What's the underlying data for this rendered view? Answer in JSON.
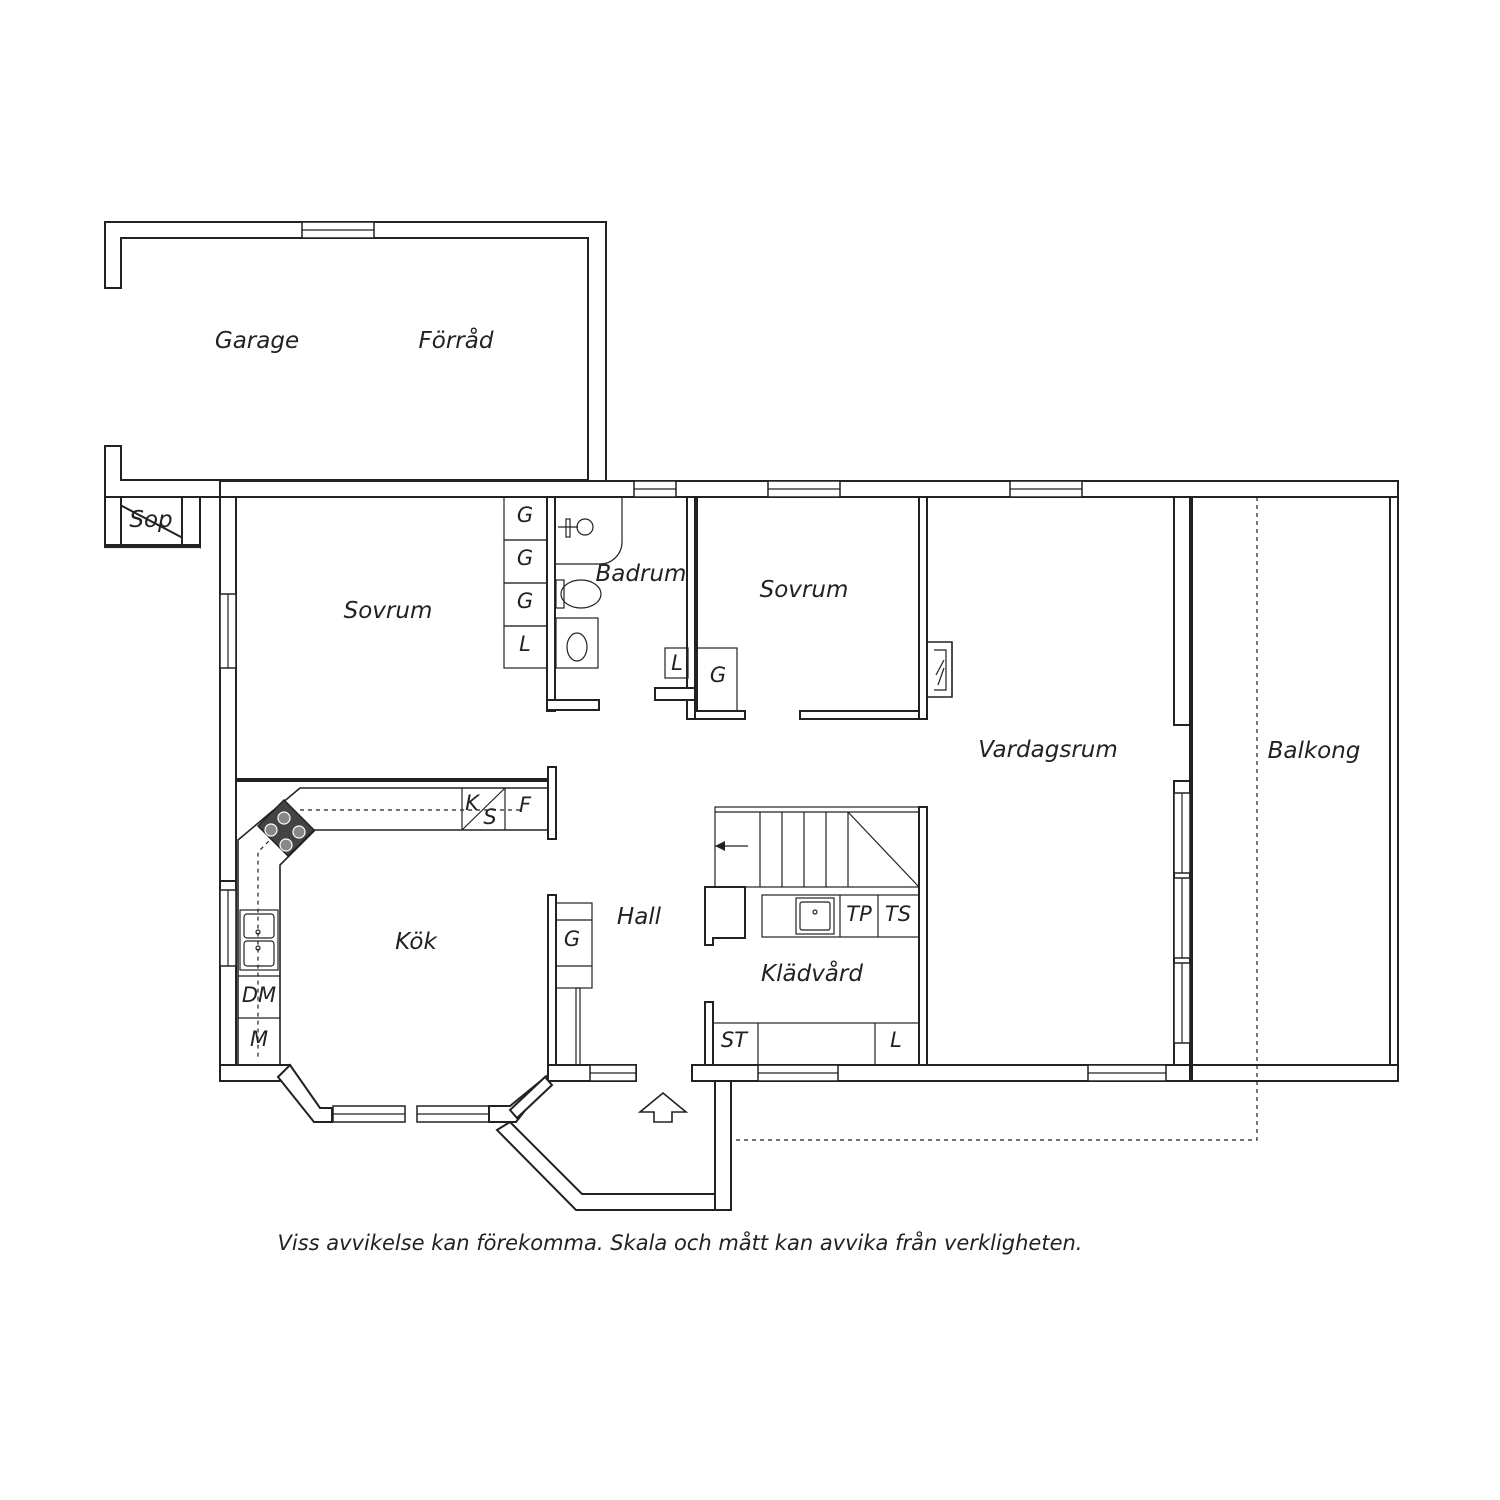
{
  "rooms": {
    "garage": "Garage",
    "forrad": "Förråd",
    "sop": "Sop",
    "sovrum_left": "Sovrum",
    "badrum": "Badrum",
    "sovrum_mid": "Sovrum",
    "vardagsrum": "Vardagsrum",
    "balkong": "Balkong",
    "kok": "Kök",
    "hall": "Hall",
    "kladvard": "Klädvård"
  },
  "fixtures": {
    "g1": "G",
    "g2": "G",
    "g3": "G",
    "l1": "L",
    "l_bad": "L",
    "g_sov": "G",
    "k": "K",
    "s": "S",
    "f": "F",
    "dm": "DM",
    "m": "M",
    "g_hall": "G",
    "tp": "TP",
    "ts": "TS",
    "st": "ST",
    "l_klad": "L"
  },
  "disclaimer": "Viss avvikelse kan förekomma. Skala och mått kan avvika från verkligheten."
}
